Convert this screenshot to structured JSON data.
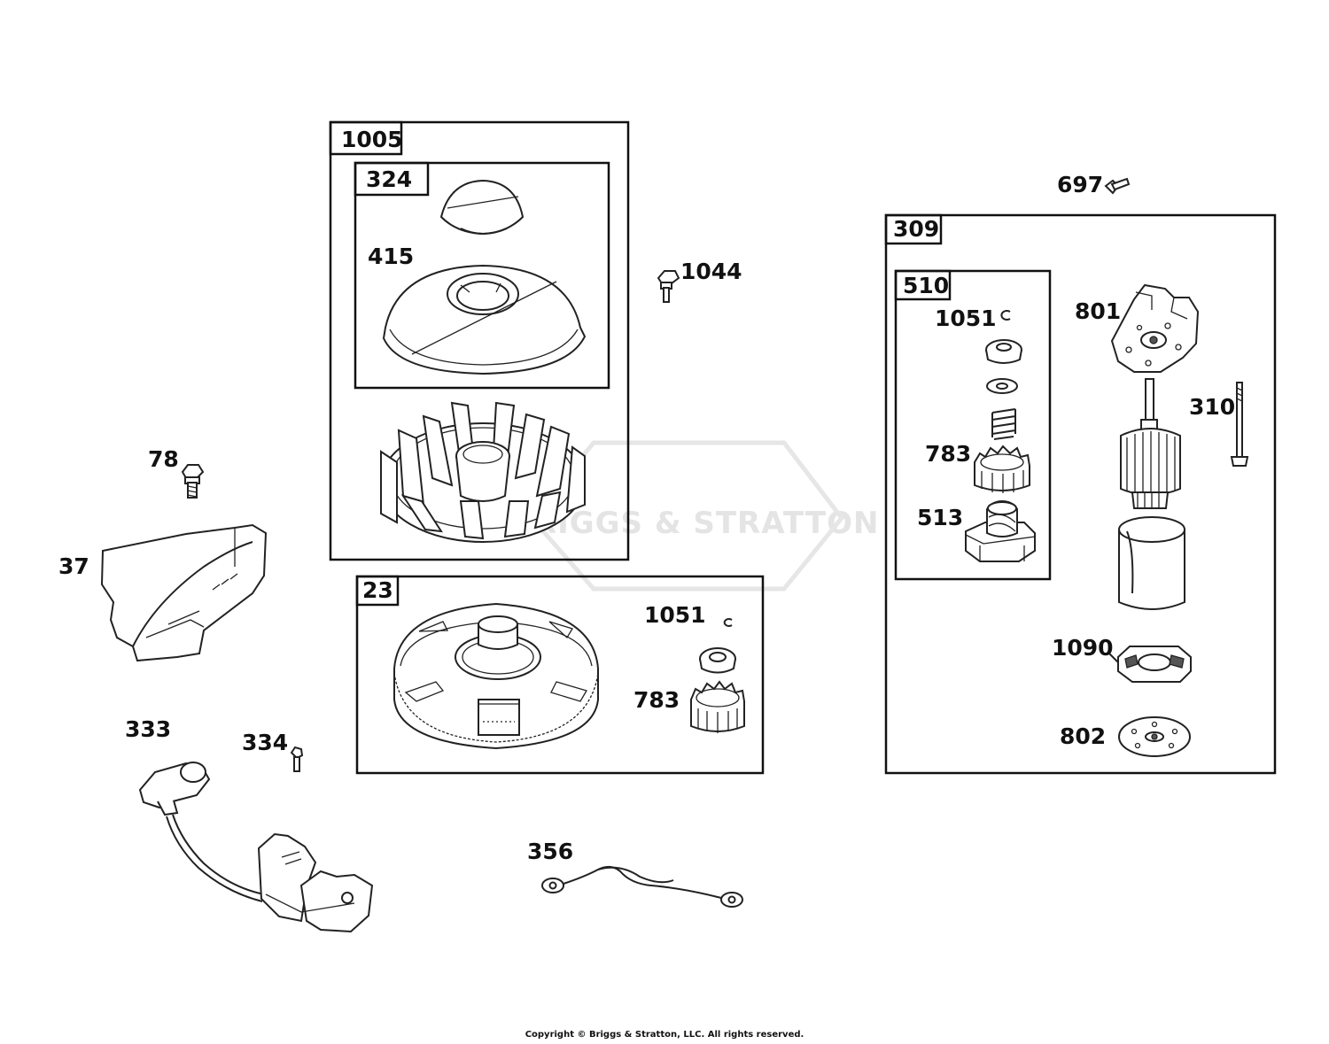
{
  "watermark": "BRIGGS & STRATTON",
  "copyright": "Copyright © Briggs & Stratton, LLC. All rights reserved.",
  "boxes": {
    "b1005": "1005",
    "b324": "324",
    "b23": "23",
    "b309": "309",
    "b510": "510"
  },
  "labels": {
    "p415": "415",
    "p1044": "1044",
    "p78": "78",
    "p37": "37",
    "p333": "333",
    "p334": "334",
    "p356": "356",
    "p1051a": "1051",
    "p783a": "783",
    "p697": "697",
    "p1051b": "1051",
    "p783b": "783",
    "p513": "513",
    "p801": "801",
    "p310": "310",
    "p1090": "1090",
    "p802": "802"
  }
}
